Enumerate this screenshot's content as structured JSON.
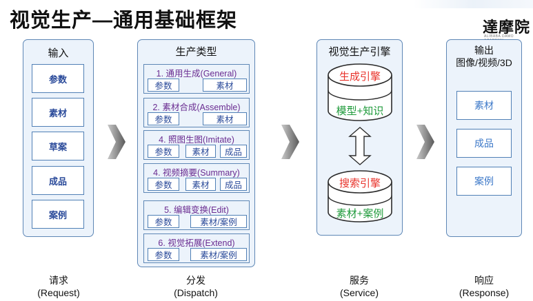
{
  "title": "视觉生产—通用基础框架",
  "logo": {
    "text": "達摩院",
    "sub": "ALIBABA DAMO ACADEMY"
  },
  "input_col": {
    "title": "输入",
    "items": [
      "参数",
      "素材",
      "草案",
      "成品",
      "案例"
    ],
    "footer": [
      "请求",
      "(Request)"
    ]
  },
  "dispatch_col": {
    "title": "生产类型",
    "groups": [
      {
        "label": "1. 通用生成(General)",
        "chips": [
          "参数",
          "素材"
        ]
      },
      {
        "label": "2. 素材合成(Assemble)",
        "chips": [
          "参数",
          "素材"
        ]
      },
      {
        "label": "4. 照图生图(Imitate)",
        "chips": [
          "参数",
          "素材",
          "成品"
        ]
      },
      {
        "label": "4. 视频摘要(Summary)",
        "chips": [
          "参数",
          "素材",
          "成品"
        ]
      },
      {
        "label": "5. 编辑变换(Edit)",
        "chips": [
          "参数",
          "素材/案例"
        ]
      },
      {
        "label": "6. 视觉拓展(Extend)",
        "chips": [
          "参数",
          "素材/案例"
        ]
      }
    ],
    "footer": [
      "分发",
      "(Dispatch)"
    ]
  },
  "service_col": {
    "title": "视觉生产引擎",
    "top_cylinder": {
      "head": "生成引擎",
      "body": "模型+知识"
    },
    "bottom_cylinder": {
      "head": "搜索引擎",
      "body": "素材+案例"
    },
    "footer": [
      "服务",
      "(Service)"
    ]
  },
  "output_col": {
    "title_line1": "输出",
    "title_line2": "图像/视频/3D",
    "items": [
      "素材",
      "成品",
      "案例"
    ],
    "footer": [
      "响应",
      "(Response)"
    ]
  },
  "colors": {
    "engine_head": "#e8322a",
    "engine_body": "#1e9a3a",
    "group_label": "#6a2c91",
    "border": "#5d86b5"
  }
}
